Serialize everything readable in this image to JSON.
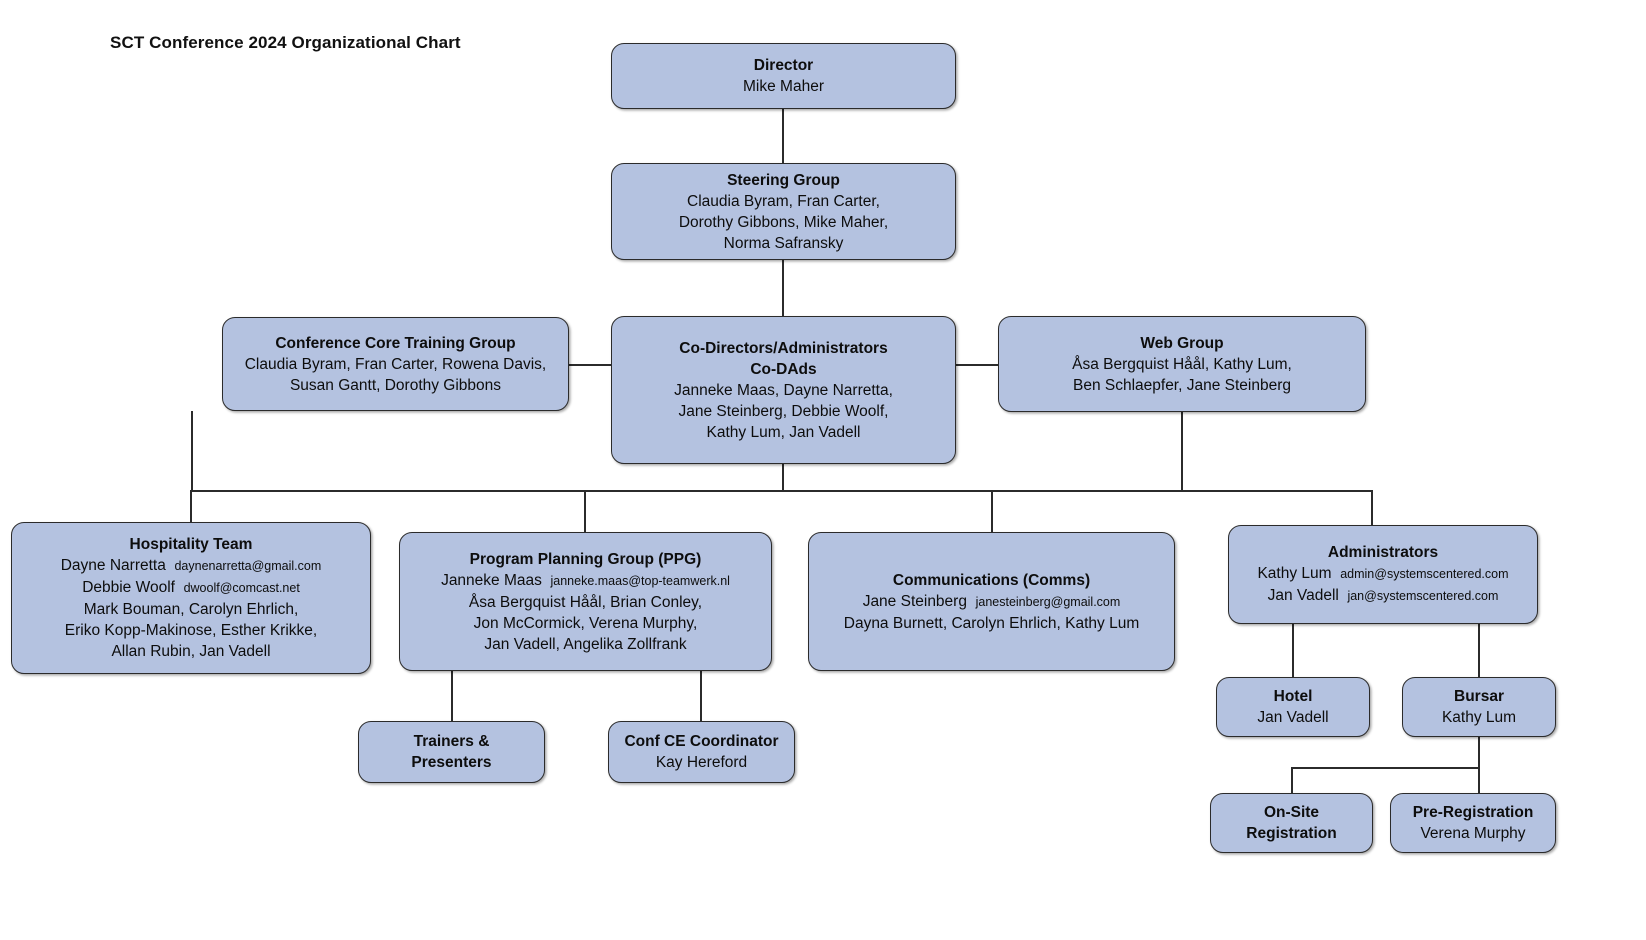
{
  "chart_data": {
    "type": "diagram",
    "title": "SCT Conference 2024 Organizational Chart",
    "diagram_kind": "organizational-chart",
    "accent_fill": "#b4c2e0",
    "border_color": "#2b2b2b",
    "nodes": [
      {
        "id": "director",
        "title": "Director",
        "lines": [
          "Mike Maher"
        ]
      },
      {
        "id": "steering-group",
        "title": "Steering Group",
        "lines": [
          "Claudia Byram, Fran Carter,",
          "Dorothy Gibbons, Mike Maher,",
          "Norma Safransky"
        ]
      },
      {
        "id": "conference-core-training-group",
        "title": "Conference Core Training Group",
        "lines": [
          "Claudia Byram, Fran Carter, Rowena Davis,",
          "Susan Gantt, Dorothy Gibbons"
        ]
      },
      {
        "id": "co-dads",
        "title": "Co-Directors/Administrators",
        "subtitle": "Co-DAds",
        "lines": [
          "Janneke Maas, Dayne Narretta,",
          "Jane Steinberg, Debbie Woolf,",
          "Kathy Lum, Jan Vadell"
        ]
      },
      {
        "id": "web-group",
        "title": "Web Group",
        "lines": [
          "Åsa Bergquist Håål, Kathy Lum,",
          "Ben Schlaepfer, Jane Steinberg"
        ]
      },
      {
        "id": "hospitality-team",
        "title": "Hospitality Team",
        "people": [
          {
            "name": "Dayne Narretta",
            "email": "daynenarretta@gmail.com"
          },
          {
            "name": "Debbie Woolf",
            "email": "dwoolf@comcast.net"
          }
        ],
        "lines": [
          "Mark Bouman, Carolyn Ehrlich,",
          "Eriko Kopp-Makinose, Esther Krikke,",
          "Allan Rubin, Jan Vadell"
        ]
      },
      {
        "id": "program-planning-group",
        "title": "Program Planning Group (PPG)",
        "people": [
          {
            "name": "Janneke Maas",
            "email": "janneke.maas@top-teamwerk.nl"
          }
        ],
        "lines": [
          "Åsa Bergquist Håål, Brian Conley,",
          "Jon McCormick, Verena Murphy,",
          "Jan Vadell, Angelika Zollfrank"
        ]
      },
      {
        "id": "communications",
        "title": "Communications (Comms)",
        "people": [
          {
            "name": "Jane Steinberg",
            "email": "janesteinberg@gmail.com"
          }
        ],
        "lines": [
          "Dayna Burnett, Carolyn Ehrlich, Kathy Lum"
        ]
      },
      {
        "id": "administrators",
        "title": "Administrators",
        "people": [
          {
            "name": "Kathy Lum",
            "email": "admin@systemscentered.com"
          },
          {
            "name": "Jan Vadell",
            "email": "jan@systemscentered.com"
          }
        ],
        "lines": []
      },
      {
        "id": "trainers-presenters",
        "title": "Trainers &",
        "subtitle": "Presenters",
        "lines": []
      },
      {
        "id": "conf-ce-coordinator",
        "title": "Conf CE Coordinator",
        "lines": [
          "Kay Hereford"
        ]
      },
      {
        "id": "hotel",
        "title": "Hotel",
        "lines": [
          "Jan Vadell"
        ]
      },
      {
        "id": "bursar",
        "title": "Bursar",
        "lines": [
          "Kathy Lum"
        ]
      },
      {
        "id": "on-site-registration",
        "title": "On-Site",
        "subtitle": "Registration",
        "lines": []
      },
      {
        "id": "pre-registration",
        "title": "Pre-Registration",
        "lines": [
          "Verena Murphy"
        ]
      }
    ]
  },
  "director": {
    "title": "Director",
    "line1": "Mike Maher"
  },
  "steering": {
    "title": "Steering Group",
    "line1": "Claudia Byram, Fran Carter,",
    "line2": "Dorothy Gibbons, Mike Maher,",
    "line3": "Norma Safransky"
  },
  "cctg": {
    "title": "Conference Core Training Group",
    "line1": "Claudia Byram, Fran Carter, Rowena Davis,",
    "line2": "Susan Gantt, Dorothy Gibbons"
  },
  "codads": {
    "title": "Co-Directors/Administrators",
    "subtitle": "Co-DAds",
    "line1": "Janneke Maas, Dayne Narretta,",
    "line2": "Jane Steinberg, Debbie Woolf,",
    "line3": "Kathy Lum, Jan Vadell"
  },
  "web": {
    "title": "Web Group",
    "line1": "Åsa Bergquist Håål, Kathy Lum,",
    "line2": "Ben Schlaepfer, Jane Steinberg"
  },
  "hospitality": {
    "title": "Hospitality Team",
    "person1_name": "Dayne Narretta",
    "person1_email": "daynenarretta@gmail.com",
    "person2_name": "Debbie Woolf",
    "person2_email": "dwoolf@comcast.net",
    "line1": "Mark Bouman, Carolyn Ehrlich,",
    "line2": "Eriko Kopp-Makinose, Esther Krikke,",
    "line3": "Allan Rubin, Jan Vadell"
  },
  "ppg": {
    "title": "Program Planning Group (PPG)",
    "person1_name": "Janneke Maas",
    "person1_email": "janneke.maas@top-teamwerk.nl",
    "line1": "Åsa Bergquist Håål, Brian Conley,",
    "line2": "Jon McCormick, Verena Murphy,",
    "line3": "Jan Vadell, Angelika Zollfrank"
  },
  "comms": {
    "title": "Communications (Comms)",
    "person1_name": "Jane Steinberg",
    "person1_email": "janesteinberg@gmail.com",
    "line1": "Dayna Burnett, Carolyn Ehrlich, Kathy Lum"
  },
  "admins": {
    "title": "Administrators",
    "person1_name": "Kathy Lum",
    "person1_email": "admin@systemscentered.com",
    "person2_name": "Jan Vadell",
    "person2_email": "jan@systemscentered.com"
  },
  "trainers": {
    "title": "Trainers &",
    "subtitle": "Presenters"
  },
  "confce": {
    "title": "Conf CE Coordinator",
    "line1": "Kay Hereford"
  },
  "hotel": {
    "title": "Hotel",
    "line1": "Jan Vadell"
  },
  "bursar": {
    "title": "Bursar",
    "line1": "Kathy Lum"
  },
  "onsite": {
    "title": "On-Site",
    "subtitle": "Registration"
  },
  "prereg": {
    "title": "Pre-Registration",
    "line1": "Verena Murphy"
  }
}
